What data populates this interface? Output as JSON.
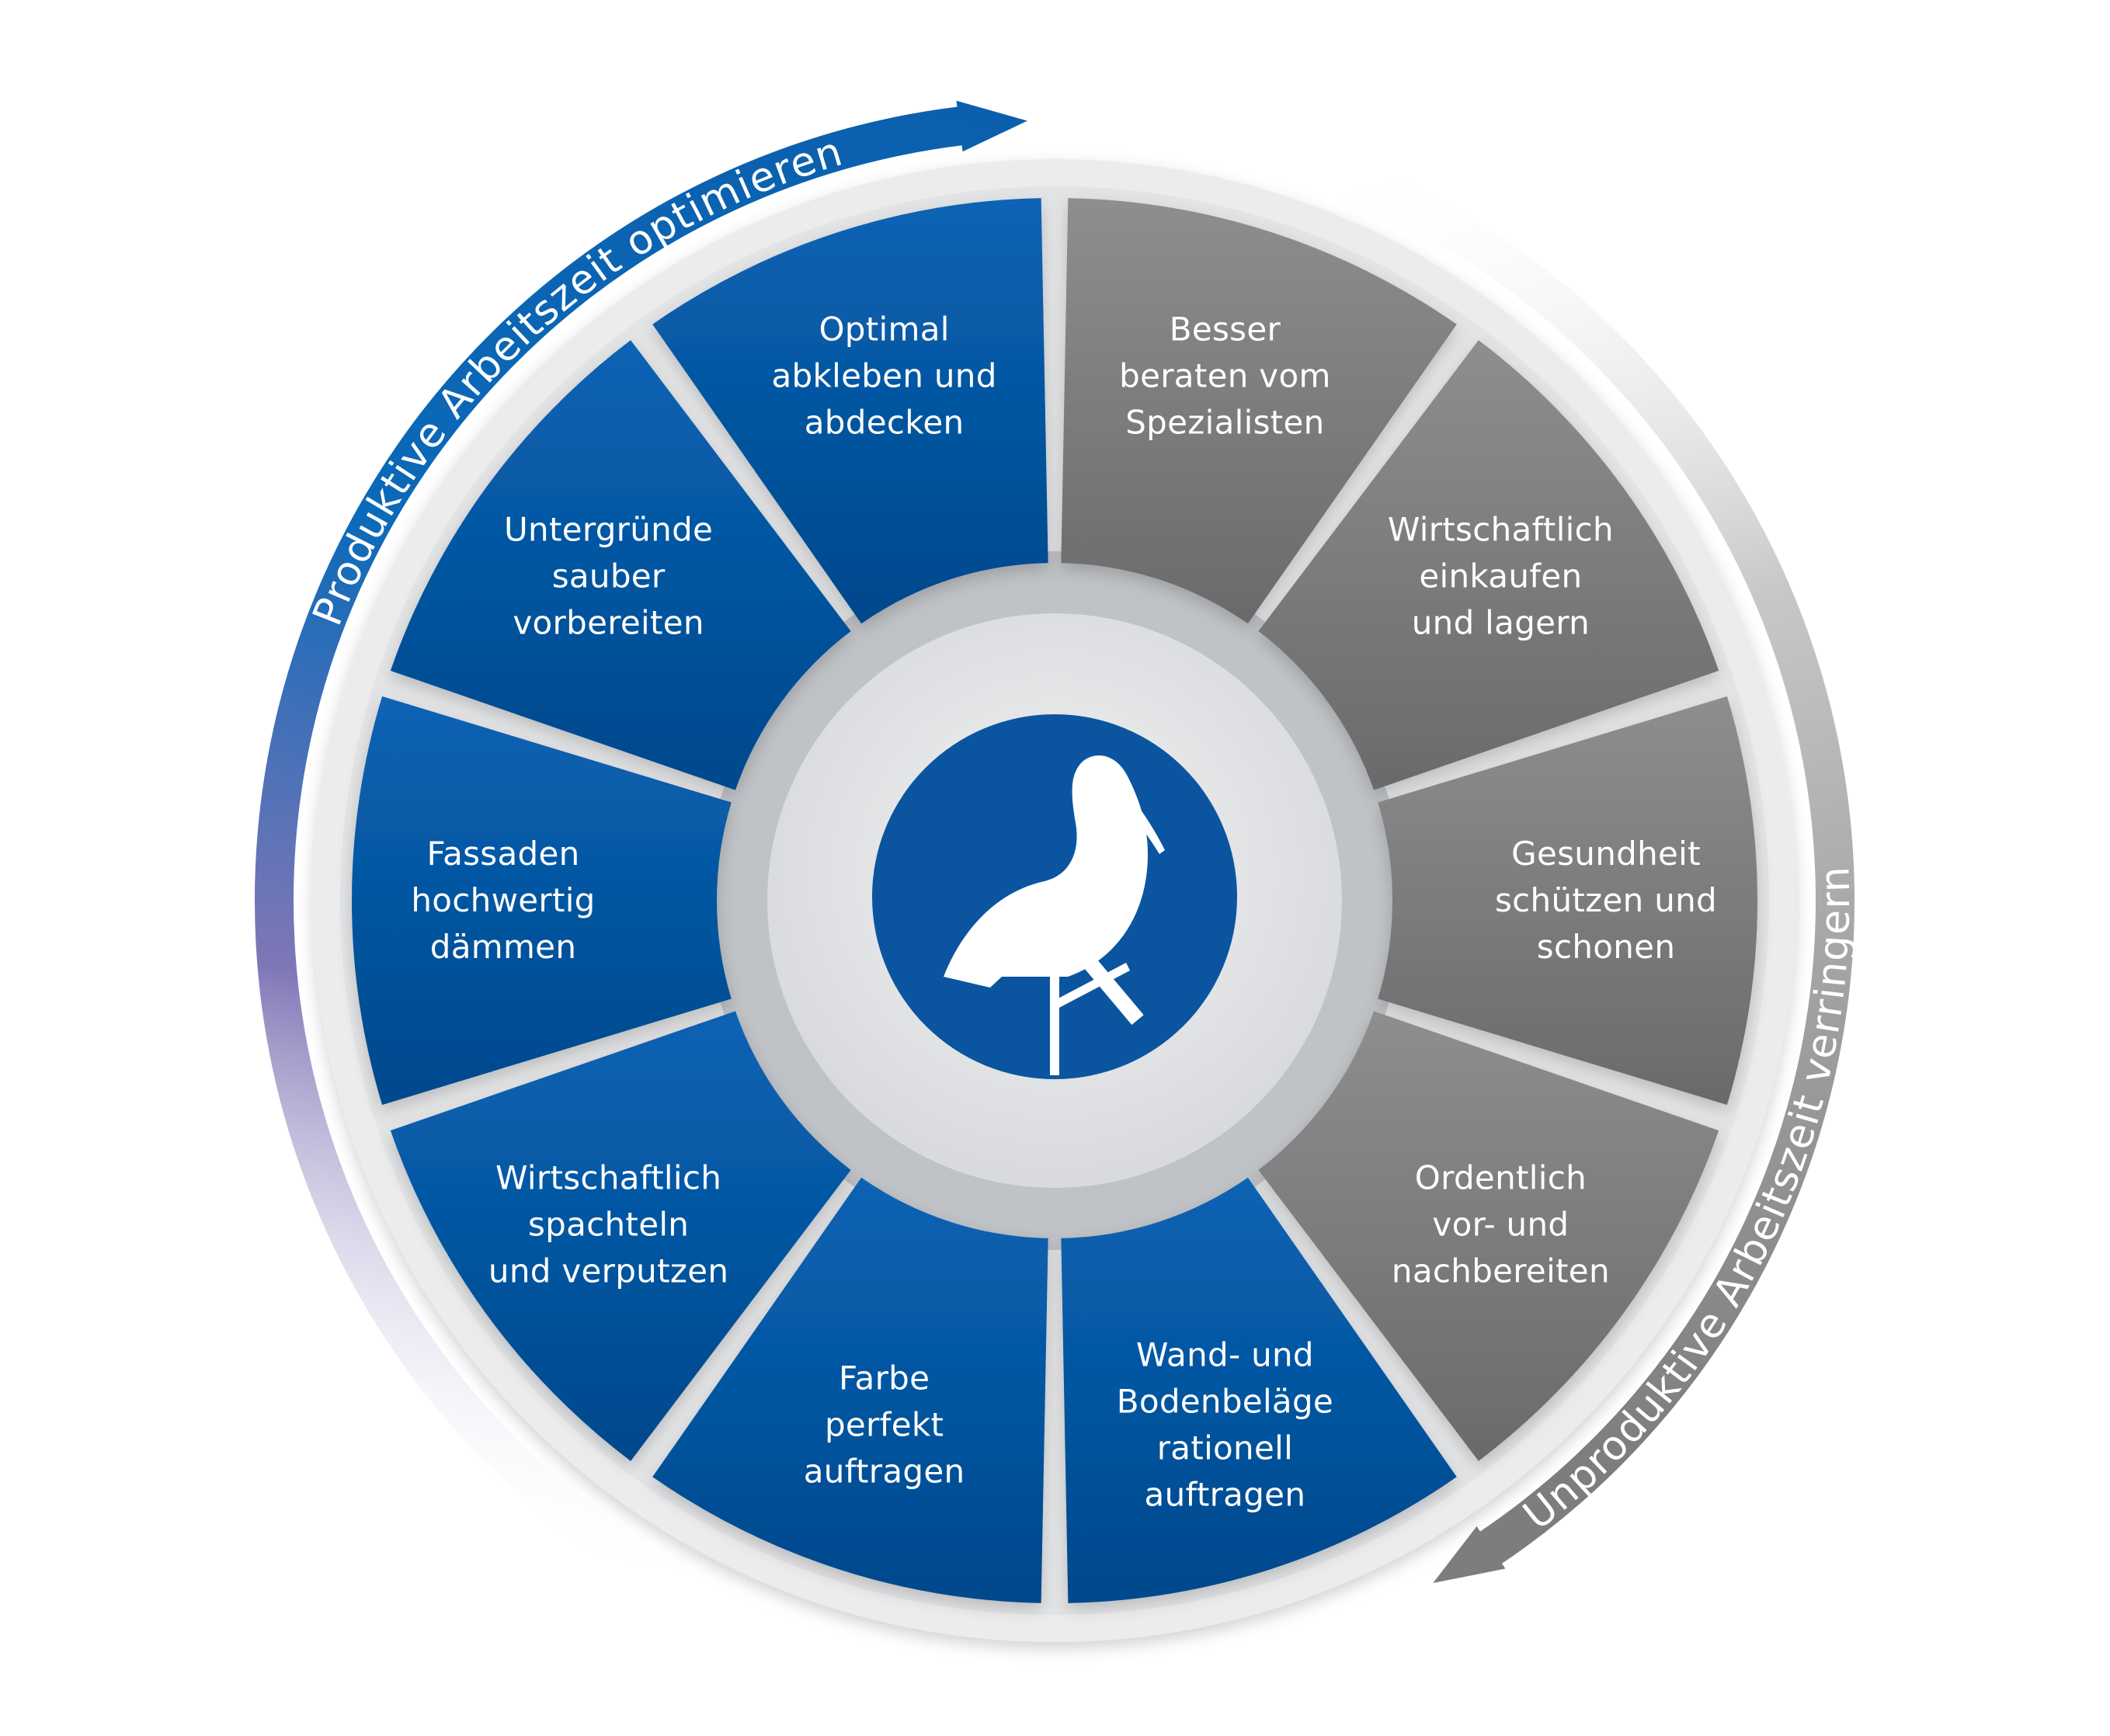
{
  "outer_labels": {
    "productive": "Produktive Arbeitszeit optimieren",
    "unproductive": "Unproduktive Arbeitszeit verringern"
  },
  "segments": [
    {
      "id": "besser-beraten",
      "group": "gray",
      "lines": [
        "Besser",
        "beraten vom",
        "Spezialisten"
      ]
    },
    {
      "id": "wirtschaftlich-einkaufen",
      "group": "gray",
      "lines": [
        "Wirtschaftlich",
        "einkaufen",
        "und lagern"
      ]
    },
    {
      "id": "gesundheit",
      "group": "gray",
      "lines": [
        "Gesundheit",
        "schützen und",
        "schonen"
      ]
    },
    {
      "id": "ordentlich",
      "group": "gray",
      "lines": [
        "Ordentlich",
        "vor- und",
        "nachbereiten"
      ]
    },
    {
      "id": "wand-boden",
      "group": "blue",
      "lines": [
        "Wand- und",
        "Bodenbeläge",
        "rationell",
        "auftragen"
      ]
    },
    {
      "id": "farbe",
      "group": "blue",
      "lines": [
        "Farbe",
        "perfekt",
        "auftragen"
      ]
    },
    {
      "id": "spachteln",
      "group": "blue",
      "lines": [
        "Wirtschaftlich",
        "spachteln",
        "und verputzen"
      ]
    },
    {
      "id": "fassaden",
      "group": "blue",
      "lines": [
        "Fassaden",
        "hochwertig",
        "dämmen"
      ]
    },
    {
      "id": "untergruende",
      "group": "blue",
      "lines": [
        "Untergründe",
        "sauber",
        "vorbereiten"
      ]
    },
    {
      "id": "abkleben",
      "group": "blue",
      "lines": [
        "Optimal",
        "abkleben und",
        "abdecken"
      ]
    }
  ],
  "colors": {
    "blue_light": "#0a63b4",
    "blue_dark": "#00488c",
    "gray_light": "#8c8c8c",
    "gray_dark": "#6c6c6c",
    "ring": "#c4c6c9",
    "arrow_blue": "#0b61b2",
    "arrow_purple": "#7f77b6",
    "arrow_gray": "#8a8a8a"
  },
  "center_icon": "stork-with-brush-icon"
}
